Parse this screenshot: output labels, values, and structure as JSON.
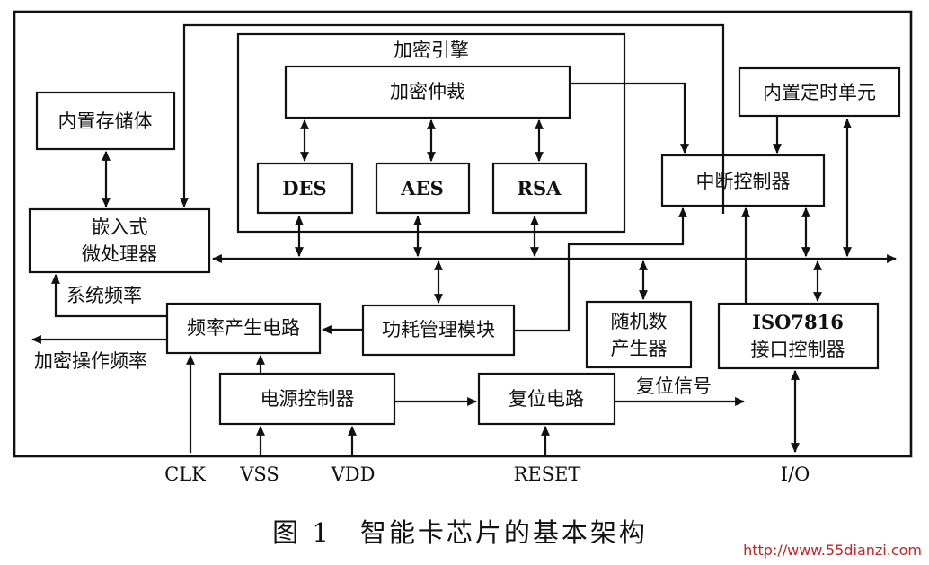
{
  "blocks": {
    "crypto_engine": "加密引擎",
    "crypto_arbiter": "加密仲裁",
    "des": "DES",
    "aes": "AES",
    "rsa": "RSA",
    "internal_storage": "内置存储体",
    "embedded_processor_line1": "嵌入式",
    "embedded_processor_line2": "微处理器",
    "internal_timer": "内置定时单元",
    "interrupt_controller": "中断控制器",
    "frequency_generator": "频率产生电路",
    "power_management": "功耗管理模块",
    "rng_line1": "随机数",
    "rng_line2": "产生器",
    "iso7816_line1": "ISO7816",
    "iso7816_line2": "接口控制器",
    "power_controller": "电源控制器",
    "reset_circuit": "复位电路"
  },
  "signals": {
    "system_frequency": "系统频率",
    "crypto_frequency": "加密操作频率",
    "reset_signal": "复位信号"
  },
  "pins": {
    "clk": "CLK",
    "vss": "VSS",
    "vdd": "VDD",
    "reset": "RESET",
    "io": "I/O"
  },
  "caption": "图 1　智能卡芯片的基本架构",
  "watermark": "http://www.55dianzi.com"
}
